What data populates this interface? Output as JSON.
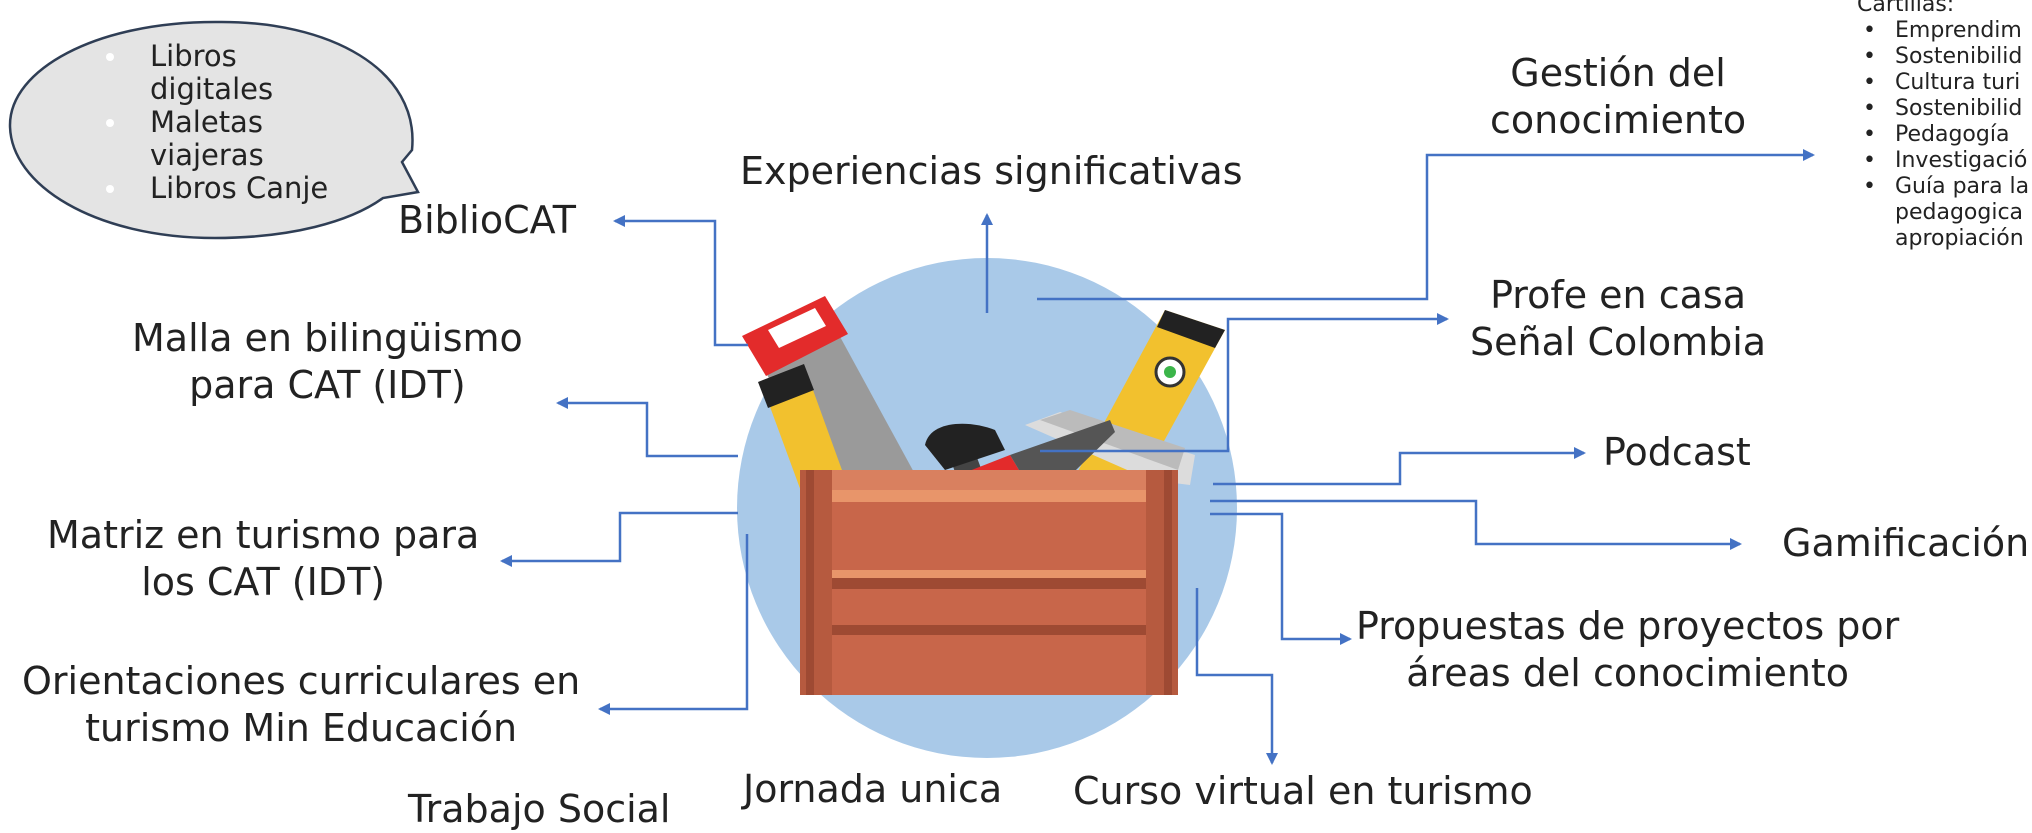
{
  "bubble": {
    "items": [
      [
        "Libros",
        "digitales"
      ],
      [
        "Maletas",
        "viajeras"
      ],
      [
        "Libros Canje"
      ]
    ]
  },
  "cartillas": {
    "heading": "Cartillas:",
    "items": [
      [
        "Emprendim"
      ],
      [
        "Sostenibilid"
      ],
      [
        "Cultura turi"
      ],
      [
        "Sostenibilid"
      ],
      [
        "Pedagogía"
      ],
      [
        "Investigació"
      ],
      [
        "Guía para la",
        "pedagogica",
        "apropiación"
      ]
    ]
  },
  "labels": {
    "experiencias": "Experiencias significativas",
    "biblio": "BiblioCAT",
    "gestion": [
      "Gestión del",
      "conocimiento"
    ],
    "profe": [
      "Profe en casa",
      "Señal Colombia"
    ],
    "podcast": "Podcast",
    "gamificacion": "Gamificación",
    "propuestas": [
      "Propuestas de proyectos por",
      "áreas del conocimiento"
    ],
    "curso": "Curso virtual en turismo",
    "jornada": "Jornada unica",
    "trabajo": "Trabajo Social",
    "orientaciones": [
      "Orientaciones curriculares en",
      "turismo Min Educación"
    ],
    "matriz": [
      "Matriz en turismo  para",
      "los CAT (IDT)"
    ],
    "malla": [
      "Malla en bilingüismo",
      "para CAT (IDT)"
    ]
  },
  "colors": {
    "arrow": "#4472c4",
    "circle": "#a9c9e8",
    "box": "#c8664a",
    "box_dark": "#9e4a33",
    "bubble_fill": "#e4e4e4",
    "bubble_stroke": "#2f3e55"
  }
}
